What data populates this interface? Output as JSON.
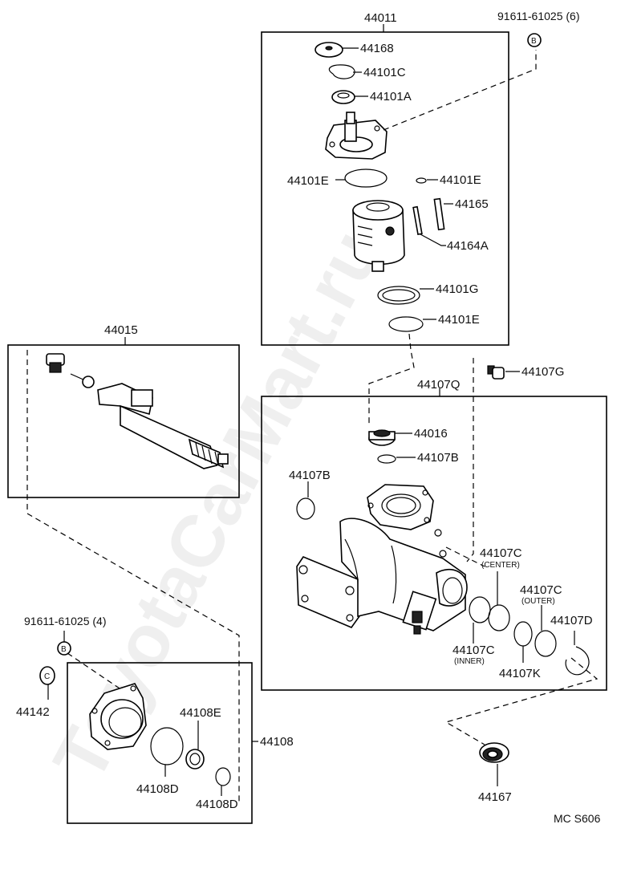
{
  "labels": {
    "assy_44011": "44011",
    "bolt_top_code": "91611-61025 (6)",
    "p44168": "44168",
    "p44101C": "44101C",
    "p44101A": "44101A",
    "p44101E_left": "44101E",
    "p44101E_small": "44101E",
    "p44165": "44165",
    "p44164A": "44164A",
    "p44101G": "44101G",
    "p44101E_low": "44101E",
    "assy_44015": "44015",
    "p44107G": "44107G",
    "assy_44107Q": "44107Q",
    "p44016": "44016",
    "p44107B_right": "44107B",
    "p44107B_left": "44107B",
    "p44107C_center": "44107C",
    "center_note": "(CENTER)",
    "p44107C_outer": "44107C",
    "outer_note": "(OUTER)",
    "p44107D": "44107D",
    "p44107C_inner": "44107C",
    "inner_note": "(INNER)",
    "p44107K": "44107K",
    "bolt_left_code": "91611-61025 (4)",
    "p44142": "44142",
    "p44108E": "44108E",
    "assy_44108": "44108",
    "p44108D_left": "44108D",
    "p44108D_right": "44108D",
    "p44167": "44167",
    "ref_code": "MC S606",
    "bolt_marker": "B",
    "nut_marker": "C"
  },
  "watermark": "ToyotaCarMart.ru",
  "colors": {
    "line": "#000000",
    "background": "#ffffff"
  }
}
